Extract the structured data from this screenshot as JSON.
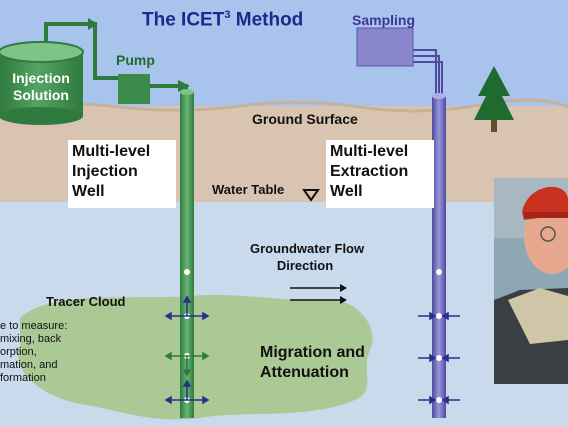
{
  "title": "The ICET",
  "title_superscript": "3",
  "title_suffix": " Method",
  "labels": {
    "injection_solution": [
      "Injection",
      "Solution"
    ],
    "pump": "Pump",
    "sampling": "Sampling",
    "ground_surface": "Ground Surface",
    "injection_well": [
      "Multi-level",
      "Injection",
      "Well"
    ],
    "extraction_well": [
      "Multi-level",
      "Extraction",
      "Well"
    ],
    "water_table": "Water Table",
    "groundwater_flow": [
      "Groundwater Flow",
      "Direction"
    ],
    "tracer_cloud": "Tracer Cloud",
    "migration": [
      "Migration and",
      "Attenuation"
    ]
  },
  "notes": [
    "e to measure:",
    "mixing, back",
    "orption,",
    "mation, and",
    "formation"
  ],
  "colors": {
    "sky": "#a9c4ec",
    "soil": "#d8c4b0",
    "water": "#c9daec",
    "plume": "#a8c88c",
    "injection_green": "#3c8a4c",
    "extraction_purple": "#6d68b6",
    "title_blue": "#1a2a8c"
  }
}
